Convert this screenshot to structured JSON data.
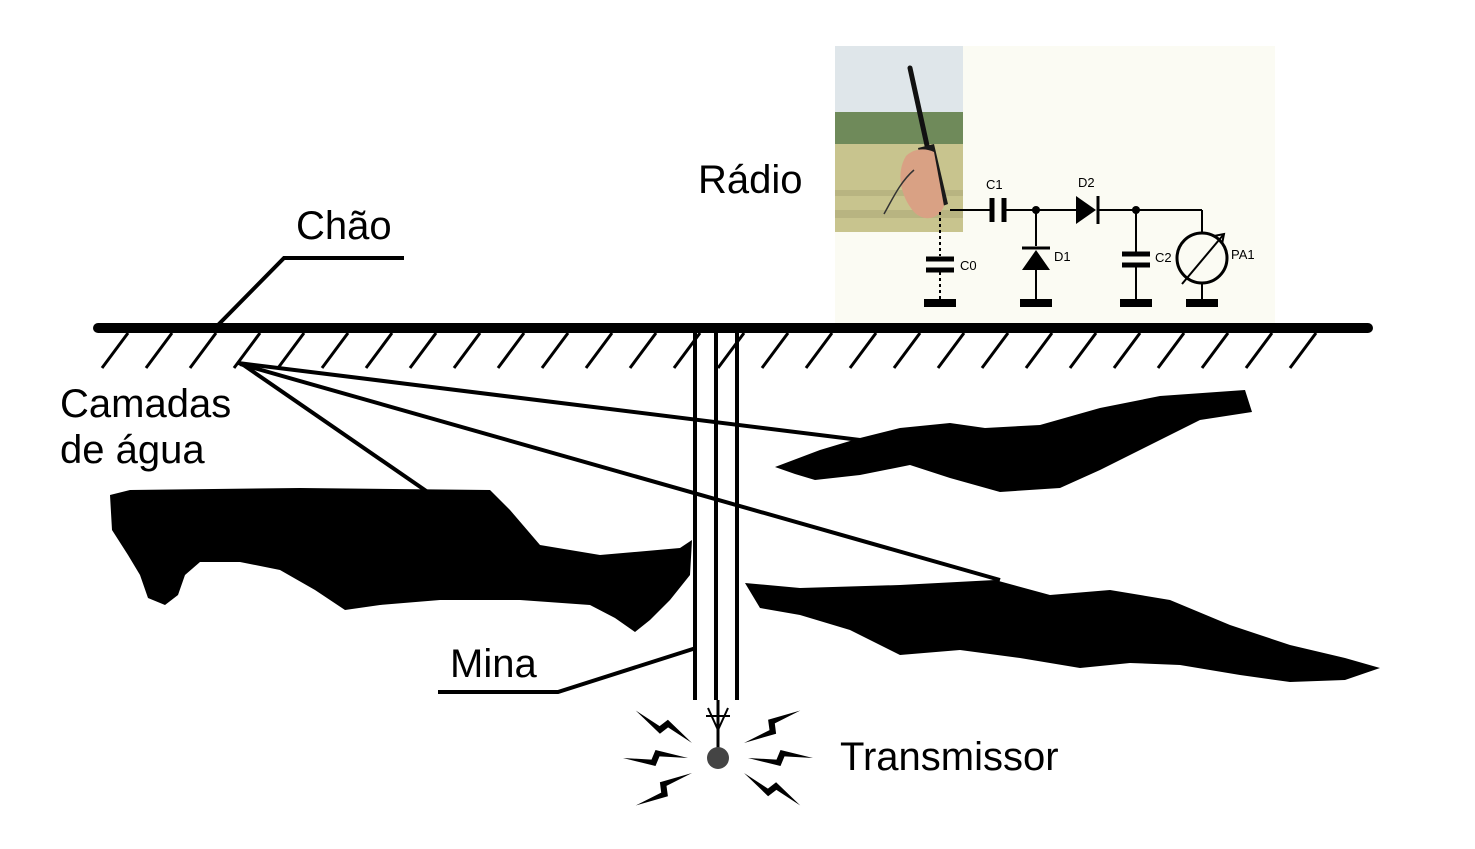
{
  "labels": {
    "chao": "Chão",
    "radio": "Rádio",
    "camadas_line1": "Camadas",
    "camadas_line2": "de água",
    "mina": "Mina",
    "transmissor": "Transmissor"
  },
  "circuit": {
    "c0": "C0",
    "c1": "C1",
    "c2": "C2",
    "d1": "D1",
    "d2": "D2",
    "pa1": "PA1"
  },
  "colors": {
    "ink": "#000000",
    "circuit_panel": "#fbfbf3",
    "sky": "#dfe6ea",
    "trees": "#6f8a5a",
    "field": "#c8c48e",
    "hand": "#d9a184",
    "transmitter": "#444444"
  },
  "icons": {
    "radio_photo": "handheld-radio-photo",
    "transmitter": "transmitter-sphere-icon",
    "signal": "lightning-signal-icon"
  }
}
